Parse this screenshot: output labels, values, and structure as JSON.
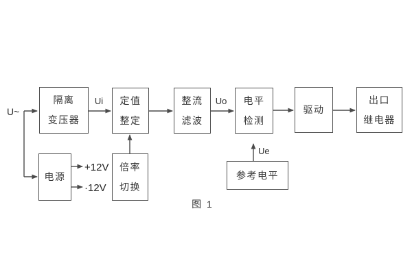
{
  "figure": {
    "caption": "图 1",
    "colors": {
      "line": "#4a4a4a",
      "text": "#373737",
      "background": "#ffffff"
    }
  },
  "blocks": {
    "isolation_transformer": {
      "line1": "隔离",
      "line2": "变压器"
    },
    "setpoint_setting": {
      "line1": "定值",
      "line2": "整定"
    },
    "rectifier_filter": {
      "line1": "整流",
      "line2": "滤波"
    },
    "level_detection": {
      "line1": "电平",
      "line2": "检测"
    },
    "driver": {
      "line1": "驱动"
    },
    "output_relay": {
      "line1": "出口",
      "line2": "继电器"
    },
    "power_supply": {
      "line1": "电源"
    },
    "ratio_switching": {
      "line1": "倍率",
      "line2": "切换"
    },
    "reference_level": {
      "line1": "参考电平"
    }
  },
  "signals": {
    "input": "U~",
    "ui": "Ui",
    "uo": "Uo",
    "ue": "Ue",
    "plus12v": "+12V",
    "minus12v": "·12V"
  }
}
